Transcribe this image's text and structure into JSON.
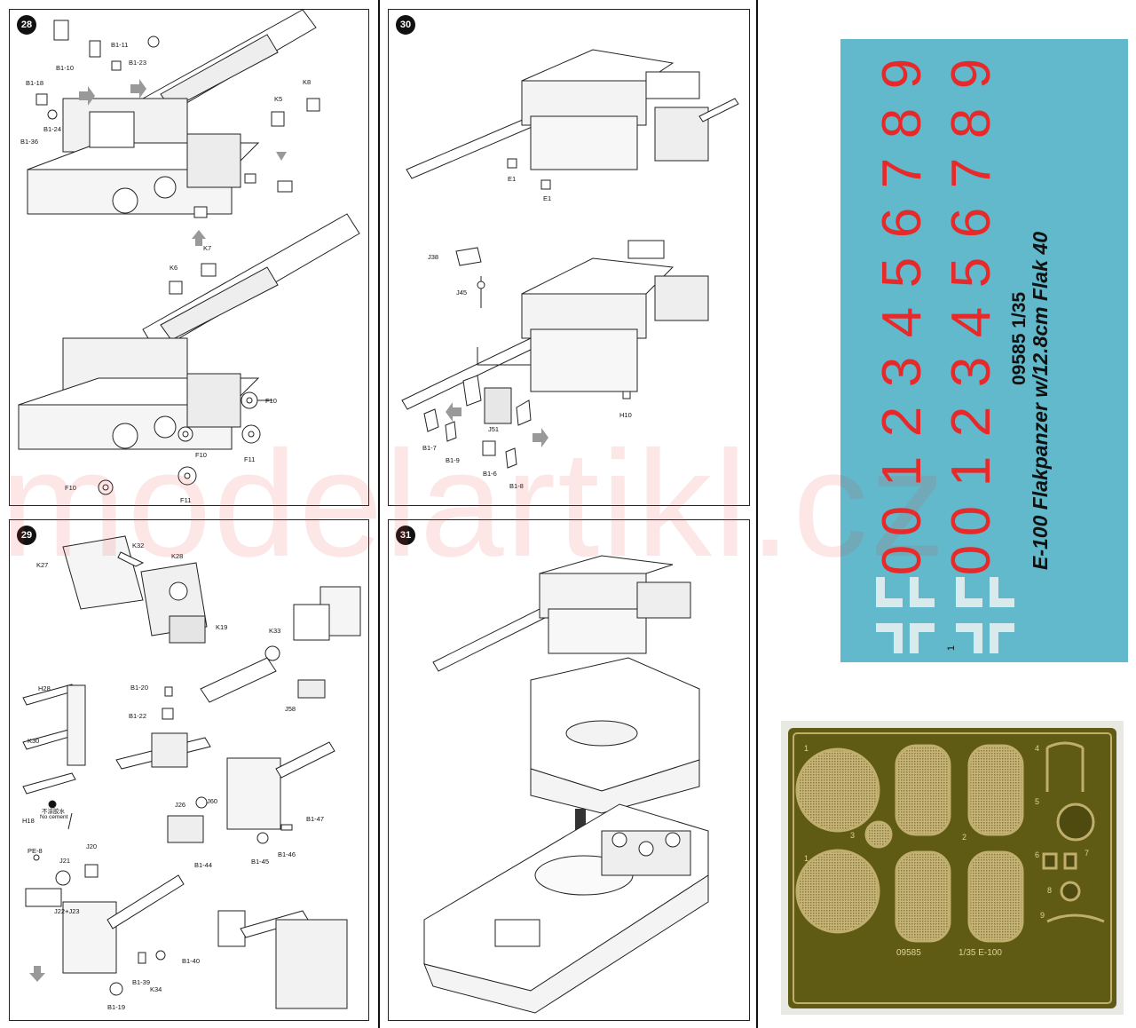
{
  "panels": {
    "step28": {
      "number": "28",
      "parts": {
        "b1_11": "B1-11",
        "b1_10": "B1-10",
        "b1_23": "B1-23",
        "b1_18": "B1-18",
        "b1_24": "B1-24",
        "b1_36": "B1-36",
        "k8": "K8",
        "k5": "K5",
        "k7": "K7",
        "k6": "K6",
        "f10a": "F10",
        "f10b": "F10",
        "f10c": "F10",
        "f11a": "F11",
        "f11b": "F11"
      }
    },
    "step29": {
      "number": "29",
      "parts": {
        "k32": "K32",
        "k27": "K27",
        "k28": "K28",
        "k19": "K19",
        "k33": "K33",
        "j58": "J58",
        "h28": "H28",
        "k30": "K30",
        "h18": "H18",
        "b1_20": "B1-20",
        "b1_22": "B1-22",
        "j26": "J26",
        "j60": "J60",
        "b1_47": "B1-47",
        "b1_44": "B1-44",
        "b1_45": "B1-45",
        "b1_46": "B1-46",
        "pe8": "PE-8",
        "j21": "J21",
        "j20": "J20",
        "j22_23": "J22+J23",
        "b1_40": "B1-40",
        "b1_39": "B1-39",
        "k34": "K34",
        "b1_19": "B1-19"
      },
      "no_cement_cn": "不涂胶水",
      "no_cement": "No cement"
    },
    "step30": {
      "number": "30",
      "parts": {
        "e1a": "E1",
        "e1b": "E1",
        "j38": "J38",
        "j45": "J45",
        "h10": "H10",
        "j51": "J51",
        "b1_7": "B1-7",
        "b1_9": "B1-9",
        "b1_6": "B1-6",
        "b1_8": "B1-8"
      }
    },
    "step31": {
      "number": "31"
    }
  },
  "decal": {
    "digits": [
      "0",
      "0",
      "1",
      "2",
      "3",
      "4",
      "5",
      "6",
      "7",
      "8",
      "9"
    ],
    "product_code": "09585 1/35",
    "product_name": "E-100 Flakpanzer w/12.8cm Flak 40",
    "sheet_number": "1",
    "colors": {
      "background": "#61b9cb",
      "numbers": "#e8292a",
      "cross": "#eef3f3"
    }
  },
  "photo_etch": {
    "footer_code": "09585",
    "footer_scale": "1/35 E-100",
    "part_numbers": [
      "1",
      "2",
      "3",
      "4",
      "5",
      "6",
      "7",
      "8",
      "9",
      "1"
    ],
    "colors": {
      "fret": "#5f5a14",
      "brass": "#c0ae6c",
      "mesh": "#b59e5c"
    }
  },
  "watermark": "modelartikl.cz"
}
